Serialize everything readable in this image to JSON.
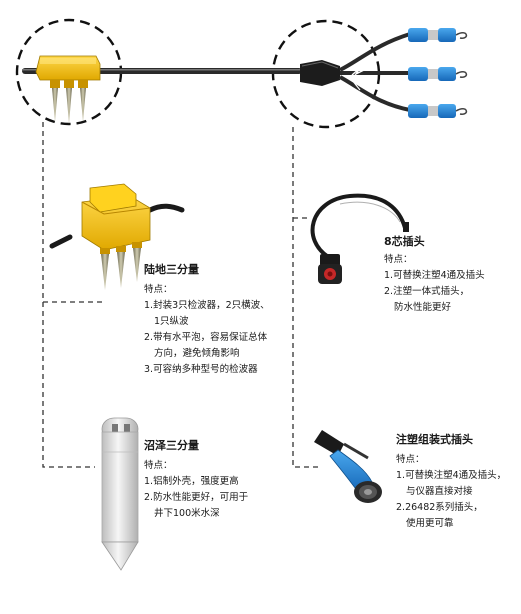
{
  "components": {
    "land": {
      "title": "陆地三分量",
      "feature_label": "特点：",
      "features": [
        "1.封装3只检波器，2只横波、",
        "1只纵波",
        "2.带有水平泡，容易保证总体",
        "方向，避免倾角影响",
        "3.可容纳多种型号的检波器"
      ]
    },
    "marsh": {
      "title": "沼泽三分量",
      "feature_label": "特点：",
      "features": [
        "1.铝制外壳，强度更高",
        "2.防水性能更好，可用于",
        "井下100米水深"
      ]
    },
    "plug8": {
      "title": "8芯插头",
      "feature_label": "特点：",
      "features": [
        "1.可替换注塑4通及插头",
        "2.注塑一体式插头，",
        "防水性能更好"
      ]
    },
    "molded_plug": {
      "title": "注塑组装式插头",
      "feature_label": "特点：",
      "features": [
        "1.可替换注塑4通及插头，",
        "与仪器直接对接",
        "2.26482系列插头，",
        "使用更可靠"
      ]
    }
  },
  "colors": {
    "yellow_housing": "#f2c400",
    "blue_connector": "#1e88d8",
    "cable": "#2a2a2a",
    "spike": "#8a8a6a",
    "marsh_body": "#e6e6e6"
  }
}
